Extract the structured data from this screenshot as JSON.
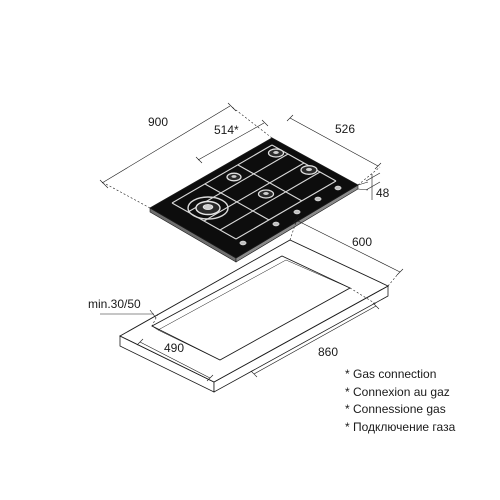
{
  "dimensions": {
    "width_total": "900",
    "burner_span": "514*",
    "depth": "526",
    "height": "48",
    "cutout_depth": "600",
    "min_clearance": "min.30/50",
    "cutout_height": "490",
    "cutout_width": "860"
  },
  "legend": [
    "* Gas connection",
    "* Connexion au gaz",
    "* Connessione gas",
    "* Подключение газа"
  ],
  "colors": {
    "line": "#1a1a1a",
    "hob_glass": "#0d0d0d",
    "grate": "#d9d9d9",
    "worktop_edge": "#bdbdbd"
  }
}
